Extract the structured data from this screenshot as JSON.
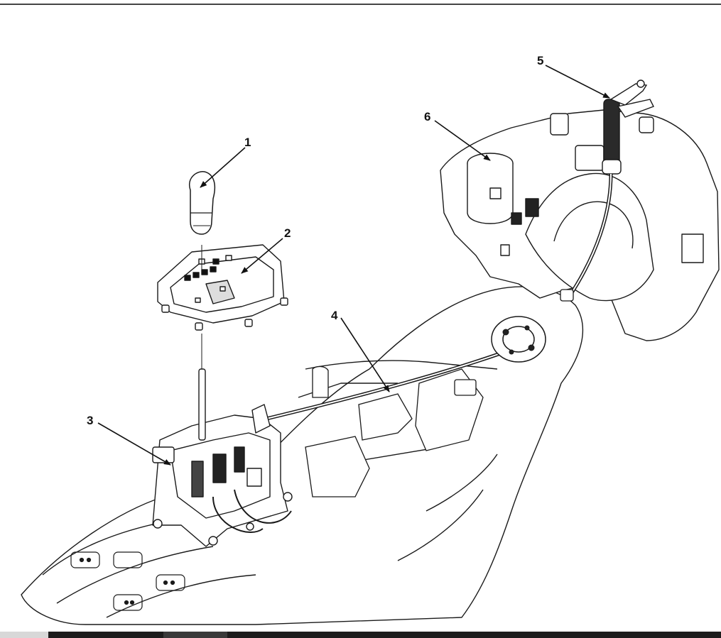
{
  "diagram": {
    "callouts": [
      {
        "id": "1",
        "label": "1"
      },
      {
        "id": "2",
        "label": "2"
      },
      {
        "id": "3",
        "label": "3"
      },
      {
        "id": "4",
        "label": "4"
      },
      {
        "id": "5",
        "label": "5"
      },
      {
        "id": "6",
        "label": "6"
      }
    ]
  },
  "colors": {
    "line": "#1a1a1a",
    "background": "#ffffff",
    "bottom_bar": "#1c1c1c"
  }
}
